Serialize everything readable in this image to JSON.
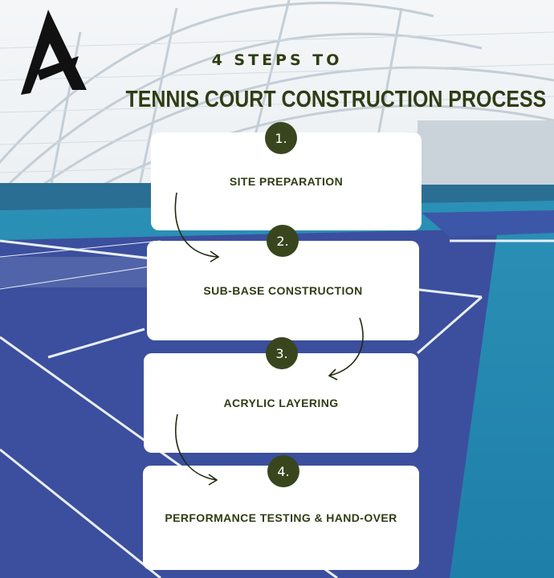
{
  "header": {
    "subtitle": "4 STEPS TO",
    "title": "TENNIS COURT CONSTRUCTION PROCESS"
  },
  "steps": [
    {
      "number": "1.",
      "label": "SITE PREPARATION"
    },
    {
      "number": "2.",
      "label": "SUB-BASE CONSTRUCTION"
    },
    {
      "number": "3.",
      "label": "ACRYLIC LAYERING"
    },
    {
      "number": "4.",
      "label": "PERFORMANCE TESTING & HAND-OVER"
    }
  ],
  "colors": {
    "title": "#2f3d14",
    "badge": "#39461d",
    "court": "#3b4f9e",
    "surround": "#1f8fb4",
    "sky": "#e9eef2"
  },
  "icons": {
    "logo": "triangle-a-logo-icon",
    "connector": "curved-arrow-icon"
  }
}
